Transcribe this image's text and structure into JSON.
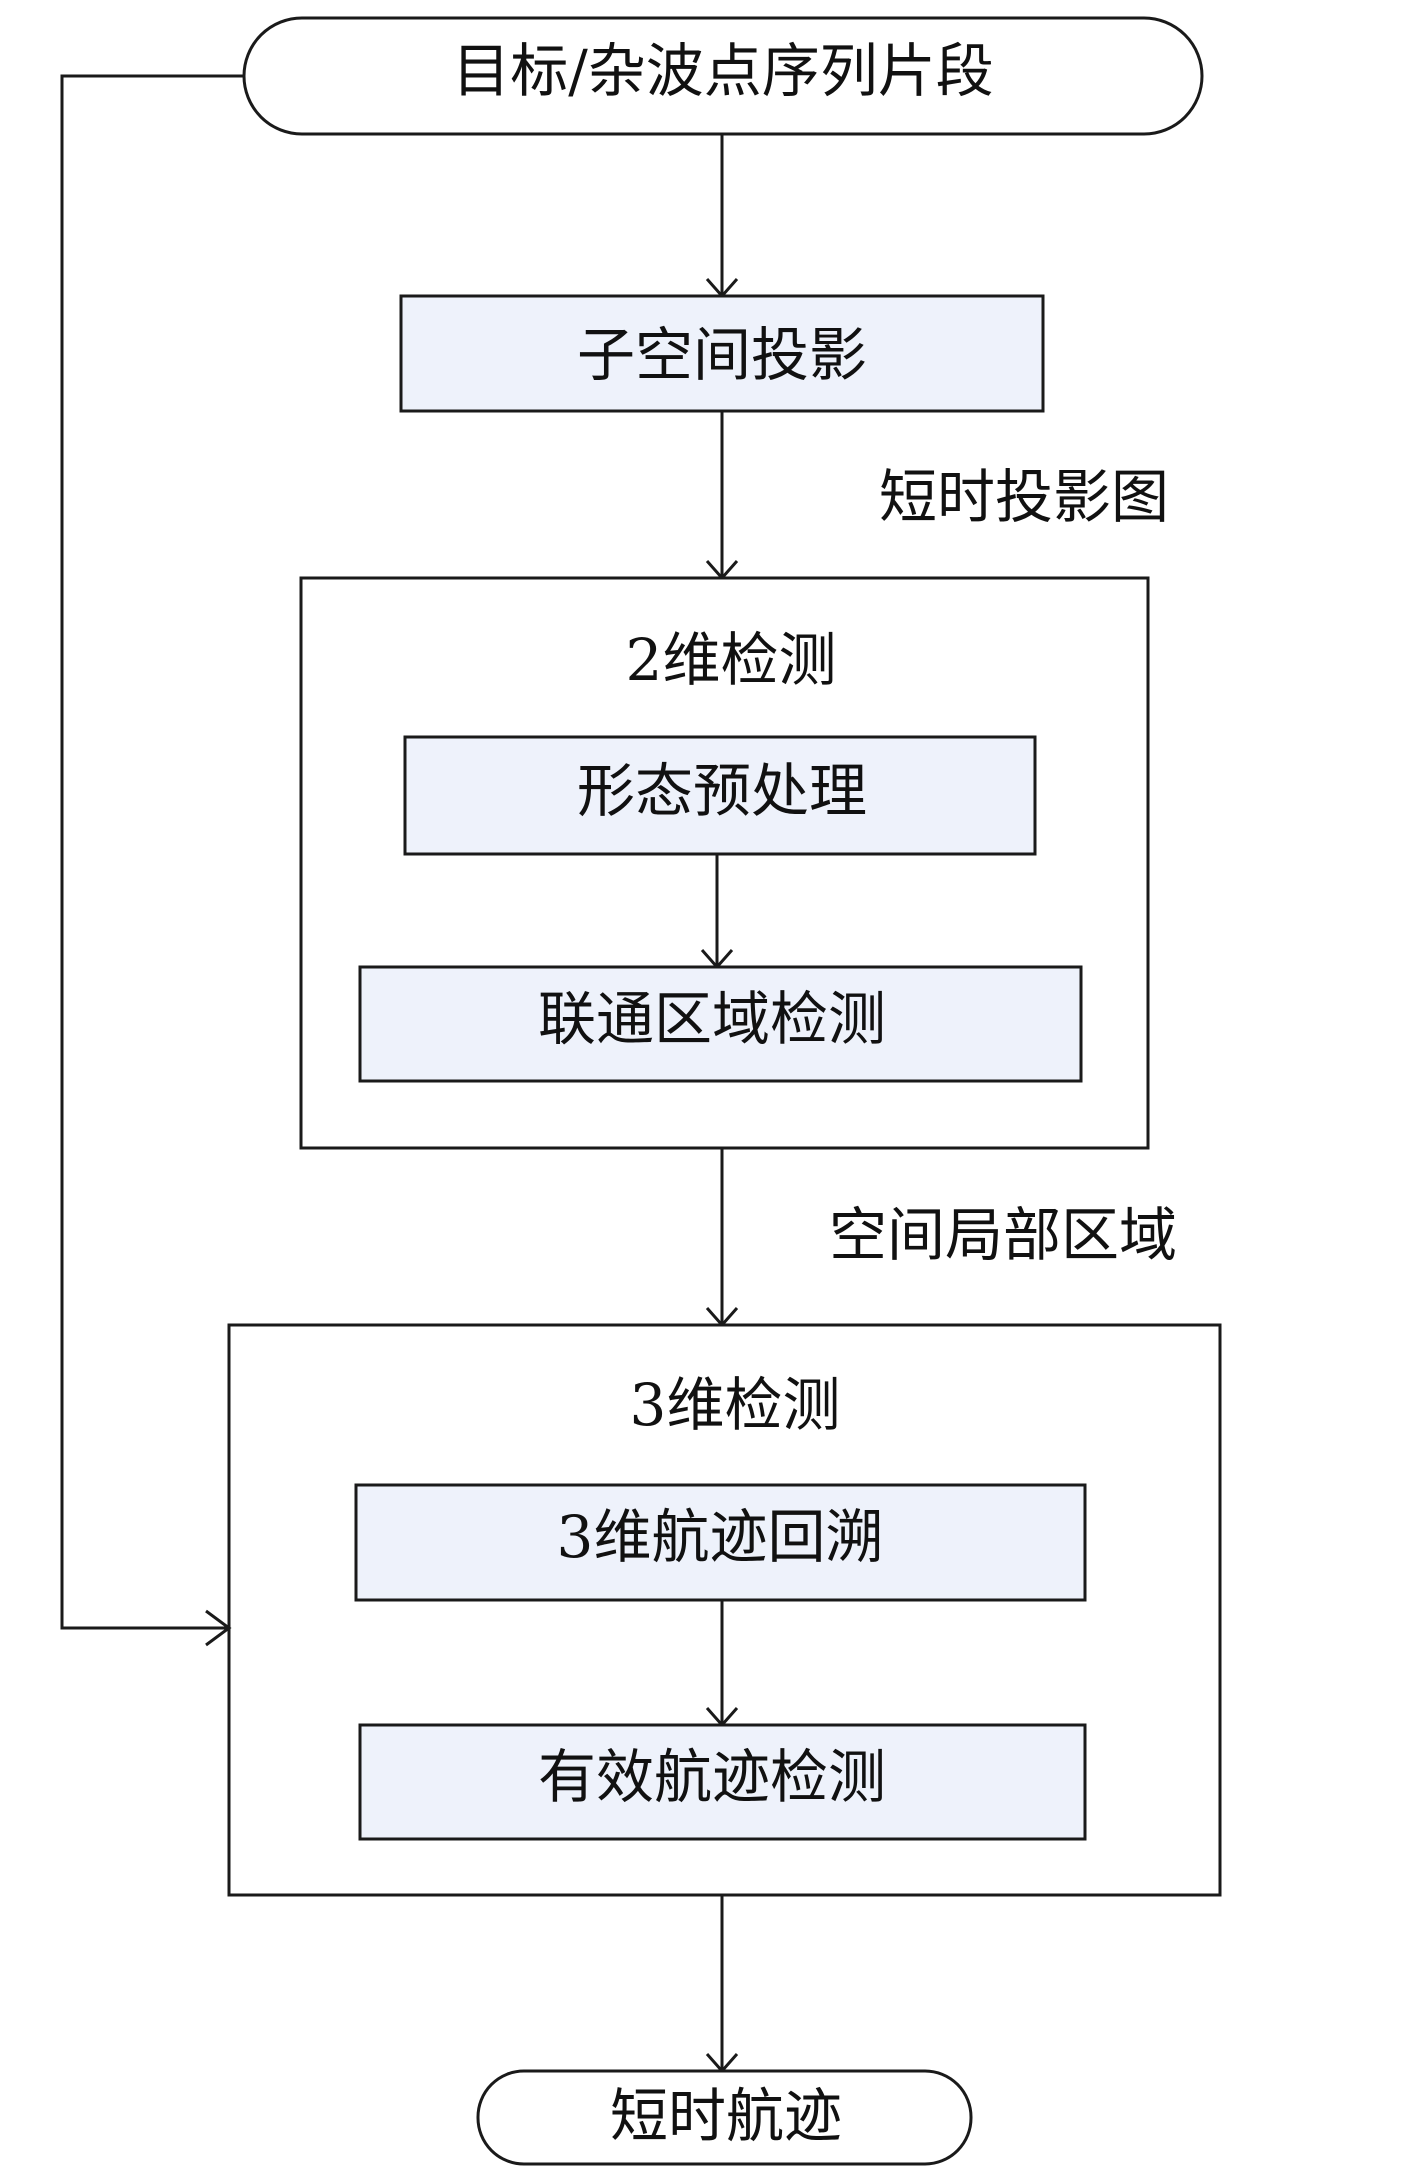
{
  "diagram": {
    "start": {
      "label": "目标/杂波点序列片段"
    },
    "subspace_projection": {
      "label": "子空间投影"
    },
    "edge_short_time_projection": {
      "label": "短时投影图"
    },
    "detection_2d": {
      "title": "2维检测",
      "steps": {
        "morph_preprocess": {
          "label": "形态预处理"
        },
        "connected_region": {
          "label": "联通区域检测"
        }
      }
    },
    "edge_spatial_local": {
      "label": "空间局部区域"
    },
    "detection_3d": {
      "title": "3维检测",
      "steps": {
        "track_backtrace": {
          "label": "3维航迹回溯"
        },
        "valid_track": {
          "label": "有效航迹检测"
        }
      }
    },
    "end": {
      "label": "短时航迹"
    }
  },
  "colors": {
    "process_fill": "#eef2fb",
    "stroke": "#1a1a1a",
    "background": "#ffffff"
  }
}
